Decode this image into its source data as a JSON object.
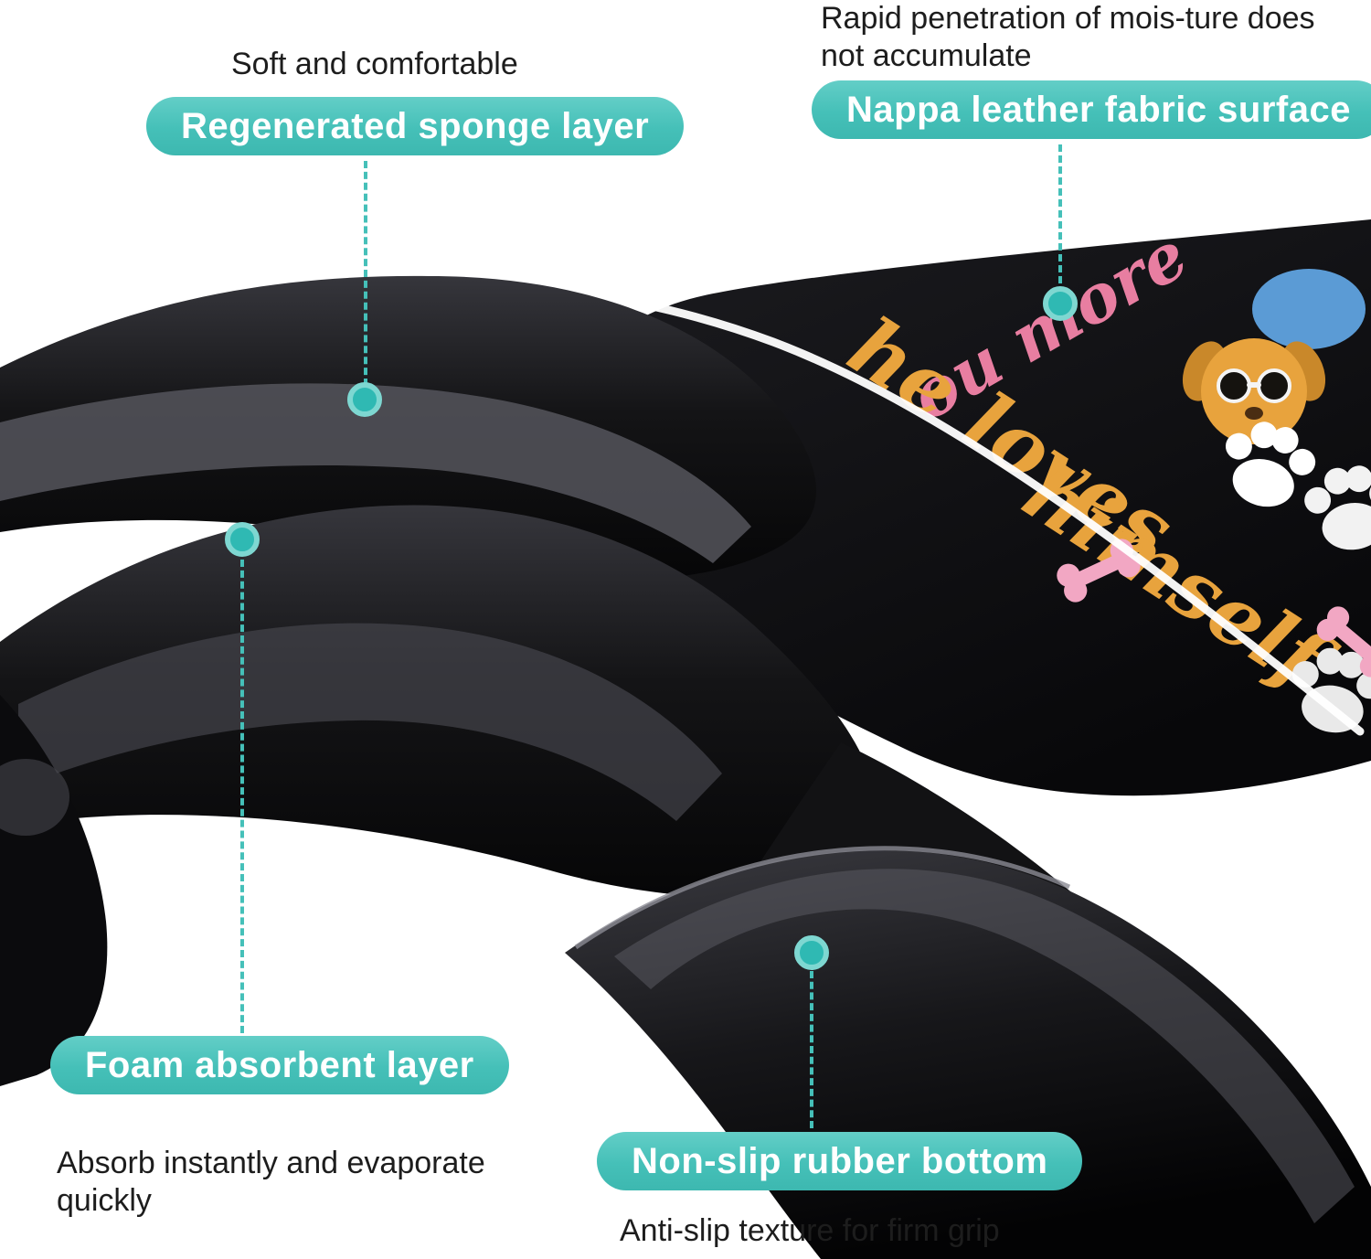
{
  "product_diagram": {
    "callouts": [
      {
        "id": "sponge",
        "label": "Regenerated sponge layer",
        "note": "Soft and comfortable"
      },
      {
        "id": "surface",
        "label": "Nappa leather fabric surface",
        "note": "Rapid penetration of mois-ture does not accumulate"
      },
      {
        "id": "foam",
        "label": "Foam absorbent layer",
        "note": "Absorb instantly and evaporate quickly"
      },
      {
        "id": "rubber",
        "label": "Non-slip rubber bottom",
        "note": "Anti-slip texture for firm grip"
      }
    ],
    "mat_print": {
      "fragment_pink": "ou more",
      "fragment_orange_1": "he loves",
      "fragment_orange_2": "himself"
    },
    "colors": {
      "callout_teal": "#4cc3bc",
      "dot_teal": "#2fb9b3",
      "note_text": "#1d1d1d",
      "mat_black": "#0b0b0d",
      "print_pink": "#e87ea1",
      "print_orange": "#e8a33d",
      "print_blue": "#5b9bd5",
      "bone_pink": "#f2a7c3",
      "paw_white": "#ffffff"
    }
  }
}
